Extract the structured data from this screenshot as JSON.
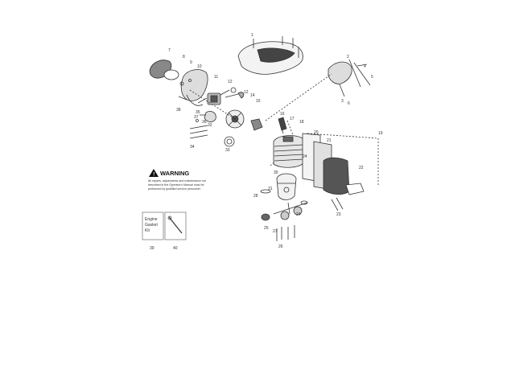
{
  "diagram": {
    "callouts": [
      {
        "id": "c7",
        "label": "7"
      },
      {
        "id": "c8",
        "label": "8"
      },
      {
        "id": "c9",
        "label": "9"
      },
      {
        "id": "c10",
        "label": "10"
      },
      {
        "id": "c11",
        "label": "11"
      },
      {
        "id": "c12a",
        "label": "12"
      },
      {
        "id": "c12b",
        "label": "12"
      },
      {
        "id": "c14",
        "label": "14"
      },
      {
        "id": "c15",
        "label": "15"
      },
      {
        "id": "c16",
        "label": "16"
      },
      {
        "id": "c17",
        "label": "17"
      },
      {
        "id": "c18",
        "label": "18"
      },
      {
        "id": "c19",
        "label": "19"
      },
      {
        "id": "c20",
        "label": "20"
      },
      {
        "id": "c21",
        "label": "21"
      },
      {
        "id": "c22",
        "label": "22"
      },
      {
        "id": "c23",
        "label": "23"
      },
      {
        "id": "c24a",
        "label": "24"
      },
      {
        "id": "c24b",
        "label": "24"
      },
      {
        "id": "c25",
        "label": "25"
      },
      {
        "id": "c26",
        "label": "26"
      },
      {
        "id": "c27",
        "label": "27"
      },
      {
        "id": "c28",
        "label": "28"
      },
      {
        "id": "c30",
        "label": "30"
      },
      {
        "id": "c31",
        "label": "31"
      },
      {
        "id": "c32",
        "label": "32"
      },
      {
        "id": "c33",
        "label": "33"
      },
      {
        "id": "c34",
        "label": "34"
      },
      {
        "id": "c35",
        "label": "35"
      },
      {
        "id": "c36",
        "label": "36"
      },
      {
        "id": "c37",
        "label": "37"
      },
      {
        "id": "c38",
        "label": "38"
      },
      {
        "id": "c1",
        "label": "1"
      },
      {
        "id": "c2",
        "label": "2"
      },
      {
        "id": "c3",
        "label": "3"
      },
      {
        "id": "c4",
        "label": "4"
      },
      {
        "id": "c5",
        "label": "5"
      },
      {
        "id": "c6",
        "label": "6"
      },
      {
        "id": "c39",
        "label": "39"
      },
      {
        "id": "c40",
        "label": "40"
      }
    ],
    "warning": {
      "title": "WARNING",
      "lines": [
        "All repairs, adjustments and maintenance not",
        "described in the Operator's Manual must be",
        "performed by qualified service personnel."
      ]
    },
    "kit": {
      "lines": [
        "Engine",
        "Gasket",
        "Kit"
      ]
    }
  }
}
